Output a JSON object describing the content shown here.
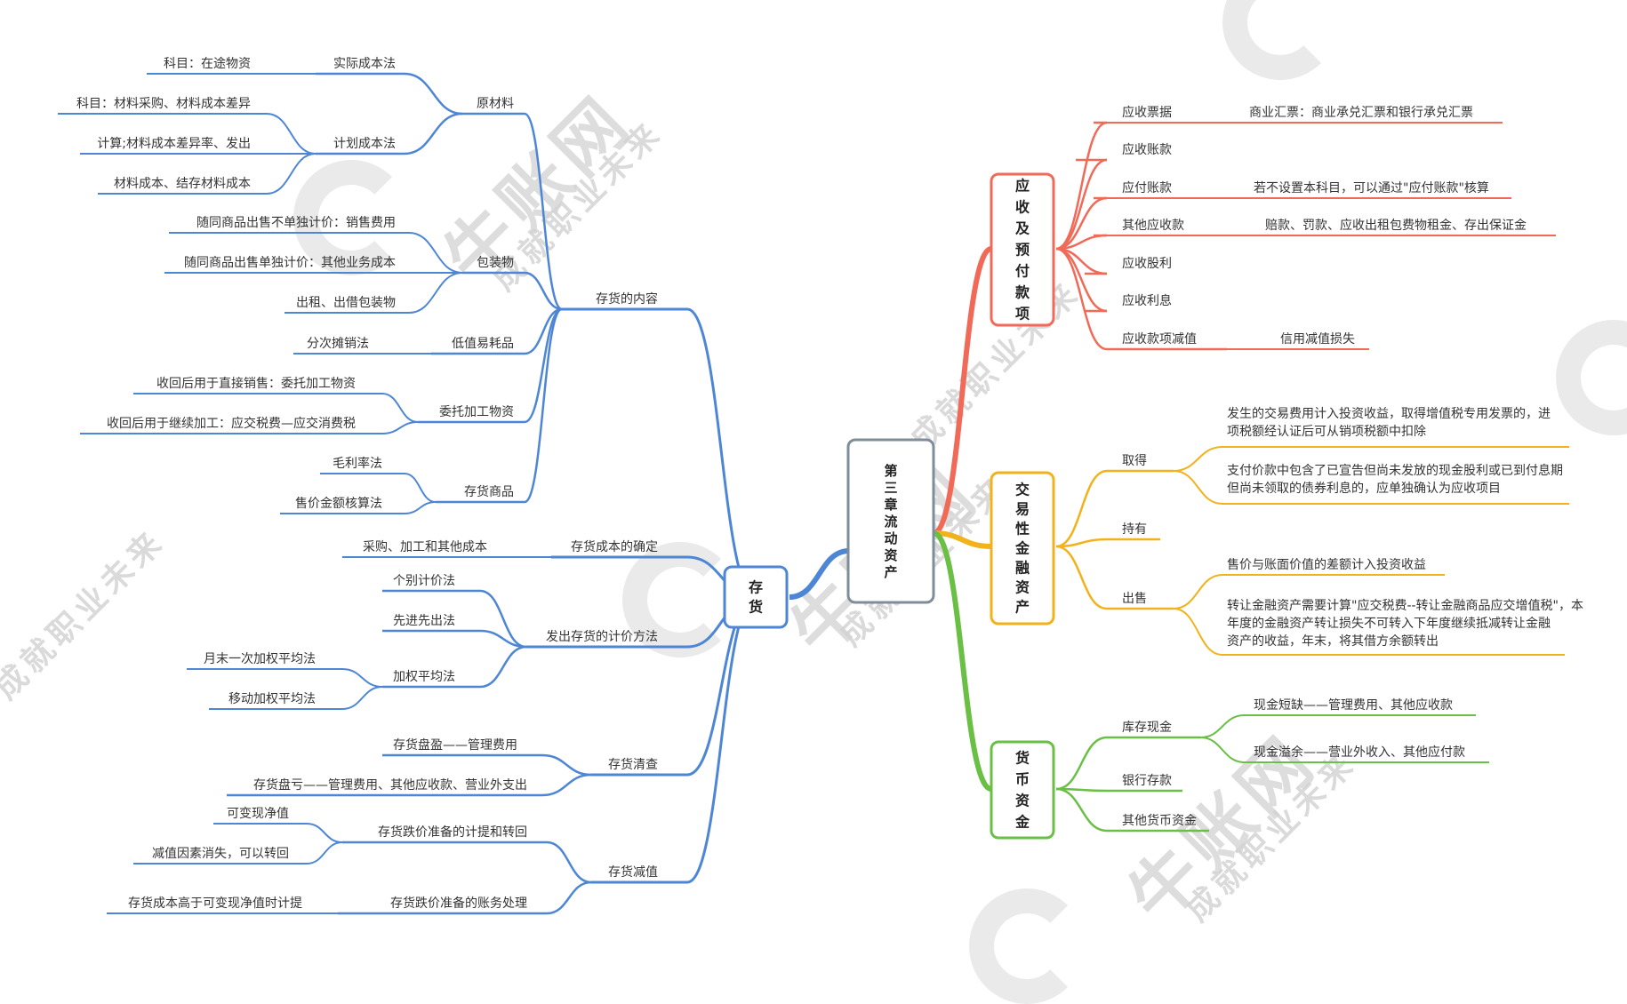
{
  "watermark": {
    "brand": "牛账网",
    "slogan": "成就职业未来"
  },
  "colors": {
    "blue": "#4e86d6",
    "red": "#f06a57",
    "orange": "#f2b21b",
    "green": "#6abf45",
    "center": "#7f8c9a",
    "text": "#333333"
  },
  "root": "第三章流动资产",
  "left": {
    "label": "存货",
    "children": [
      {
        "label": "存货的内容",
        "children": [
          {
            "label": "原材料",
            "children": [
              {
                "label": "实际成本法",
                "children": [
                  {
                    "label": "科目：在途物资"
                  }
                ]
              },
              {
                "label": "计划成本法",
                "children": [
                  {
                    "label": "科目：材料采购、材料成本差异"
                  },
                  {
                    "label": "计算;材料成本差异率、发出"
                  },
                  {
                    "label": "材料成本、结存材料成本"
                  }
                ]
              }
            ]
          },
          {
            "label": "包装物",
            "children": [
              {
                "label": "随同商品出售不单独计价：销售费用"
              },
              {
                "label": "随同商品出售单独计价：其他业务成本"
              },
              {
                "label": "出租、出借包装物"
              }
            ]
          },
          {
            "label": "低值易耗品",
            "children": [
              {
                "label": "分次摊销法"
              }
            ]
          },
          {
            "label": "委托加工物资",
            "children": [
              {
                "label": "收回后用于直接销售：委托加工物资"
              },
              {
                "label": "收回后用于继续加工：应交税费—应交消费税"
              }
            ]
          },
          {
            "label": "存货商品",
            "children": [
              {
                "label": "毛利率法"
              },
              {
                "label": "售价金额核算法"
              }
            ]
          }
        ]
      },
      {
        "label": "存货成本的确定",
        "children": [
          {
            "label": "采购、加工和其他成本"
          }
        ]
      },
      {
        "label": "发出存货的计价方法",
        "children": [
          {
            "label": "个别计价法"
          },
          {
            "label": "先进先出法"
          },
          {
            "label": "加权平均法",
            "children": [
              {
                "label": "月末一次加权平均法"
              },
              {
                "label": "移动加权平均法"
              }
            ]
          }
        ]
      },
      {
        "label": "存货清查",
        "children": [
          {
            "label": "存货盘盈——管理费用"
          },
          {
            "label": "存货盘亏——管理费用、其他应收款、营业外支出"
          }
        ]
      },
      {
        "label": "存货减值",
        "children": [
          {
            "label": "存货跌价准备的计提和转回",
            "children": [
              {
                "label": "可变现净值"
              },
              {
                "label": "减值因素消失，可以转回"
              }
            ]
          },
          {
            "label": "存货跌价准备的账务处理",
            "children": [
              {
                "label": "存货成本高于可变现净值时计提"
              }
            ]
          }
        ]
      }
    ]
  },
  "right": [
    {
      "label": "应收及预付款项",
      "children": [
        {
          "label": "应收票据",
          "children": [
            {
              "label": "商业汇票：商业承兑汇票和银行承兑汇票"
            }
          ]
        },
        {
          "label": "应收账款"
        },
        {
          "label": "应付账款",
          "children": [
            {
              "label": "若不设置本科目，可以通过\"应付账款\"核算"
            }
          ]
        },
        {
          "label": "其他应收款",
          "children": [
            {
              "label": "赔款、罚款、应收出租包费物租金、存出保证金"
            }
          ]
        },
        {
          "label": "应收股利"
        },
        {
          "label": "应收利息"
        },
        {
          "label": "应收款项减值",
          "children": [
            {
              "label": "信用减值损失"
            }
          ]
        }
      ]
    },
    {
      "label": "交易性金融资产",
      "children": [
        {
          "label": "取得",
          "children": [
            {
              "label": "发生的交易费用计入投资收益，取得增值税专用发票的，进项税额经认证后可从销项税额中扣除"
            },
            {
              "label": "支付价款中包含了已宣告但尚未发放的现金股利或已到付息期但尚未领取的债券利息的，应单独确认为应收项目"
            }
          ]
        },
        {
          "label": "持有"
        },
        {
          "label": "出售",
          "children": [
            {
              "label": "售价与账面价值的差额计入投资收益"
            },
            {
              "label": "转让金融资产需要计算\"应交税费--转让金融商品应交增值税\"，本年度的金融资产转让损失不可转入下年度继续抵减转让金融资产的收益，年末，将其借方余额转出"
            }
          ]
        }
      ]
    },
    {
      "label": "货币资金",
      "children": [
        {
          "label": "库存现金",
          "children": [
            {
              "label": "现金短缺——管理费用、其他应收款"
            },
            {
              "label": "现金溢余——营业外收入、其他应付款"
            }
          ]
        },
        {
          "label": "银行存款"
        },
        {
          "label": "其他货币资金"
        }
      ]
    }
  ]
}
